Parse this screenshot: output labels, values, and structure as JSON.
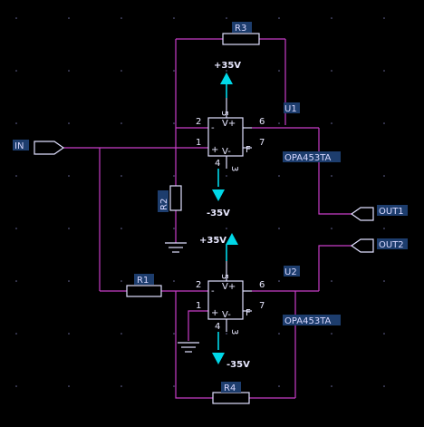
{
  "labels": {
    "r1": "R1",
    "r2": "R2",
    "r3": "R3",
    "r4": "R4",
    "u1": "U1",
    "u2": "U2",
    "u1_part": "OPA453TA",
    "u2_part": "OPA453TA",
    "in": "IN",
    "out1": "OUT1",
    "out2": "OUT2",
    "u1_vpos": "+35V",
    "u1_vneg": "-35V",
    "u2_vpos": "+35V",
    "u2_vneg": "-35V"
  },
  "pins": {
    "inv": "-",
    "noninv": "+",
    "vplus": "V+",
    "vminus": "V-",
    "flag": "F",
    "n1": "1",
    "n2": "2",
    "n3": "3",
    "n4": "4",
    "n5": "5",
    "n6": "6",
    "n7": "7"
  },
  "colors": {
    "background": "#000000",
    "wire": "#c83cc8",
    "power_symbol": "#00d8e8",
    "component": "#e0e0ff",
    "label_background": "#1d3d6d"
  }
}
